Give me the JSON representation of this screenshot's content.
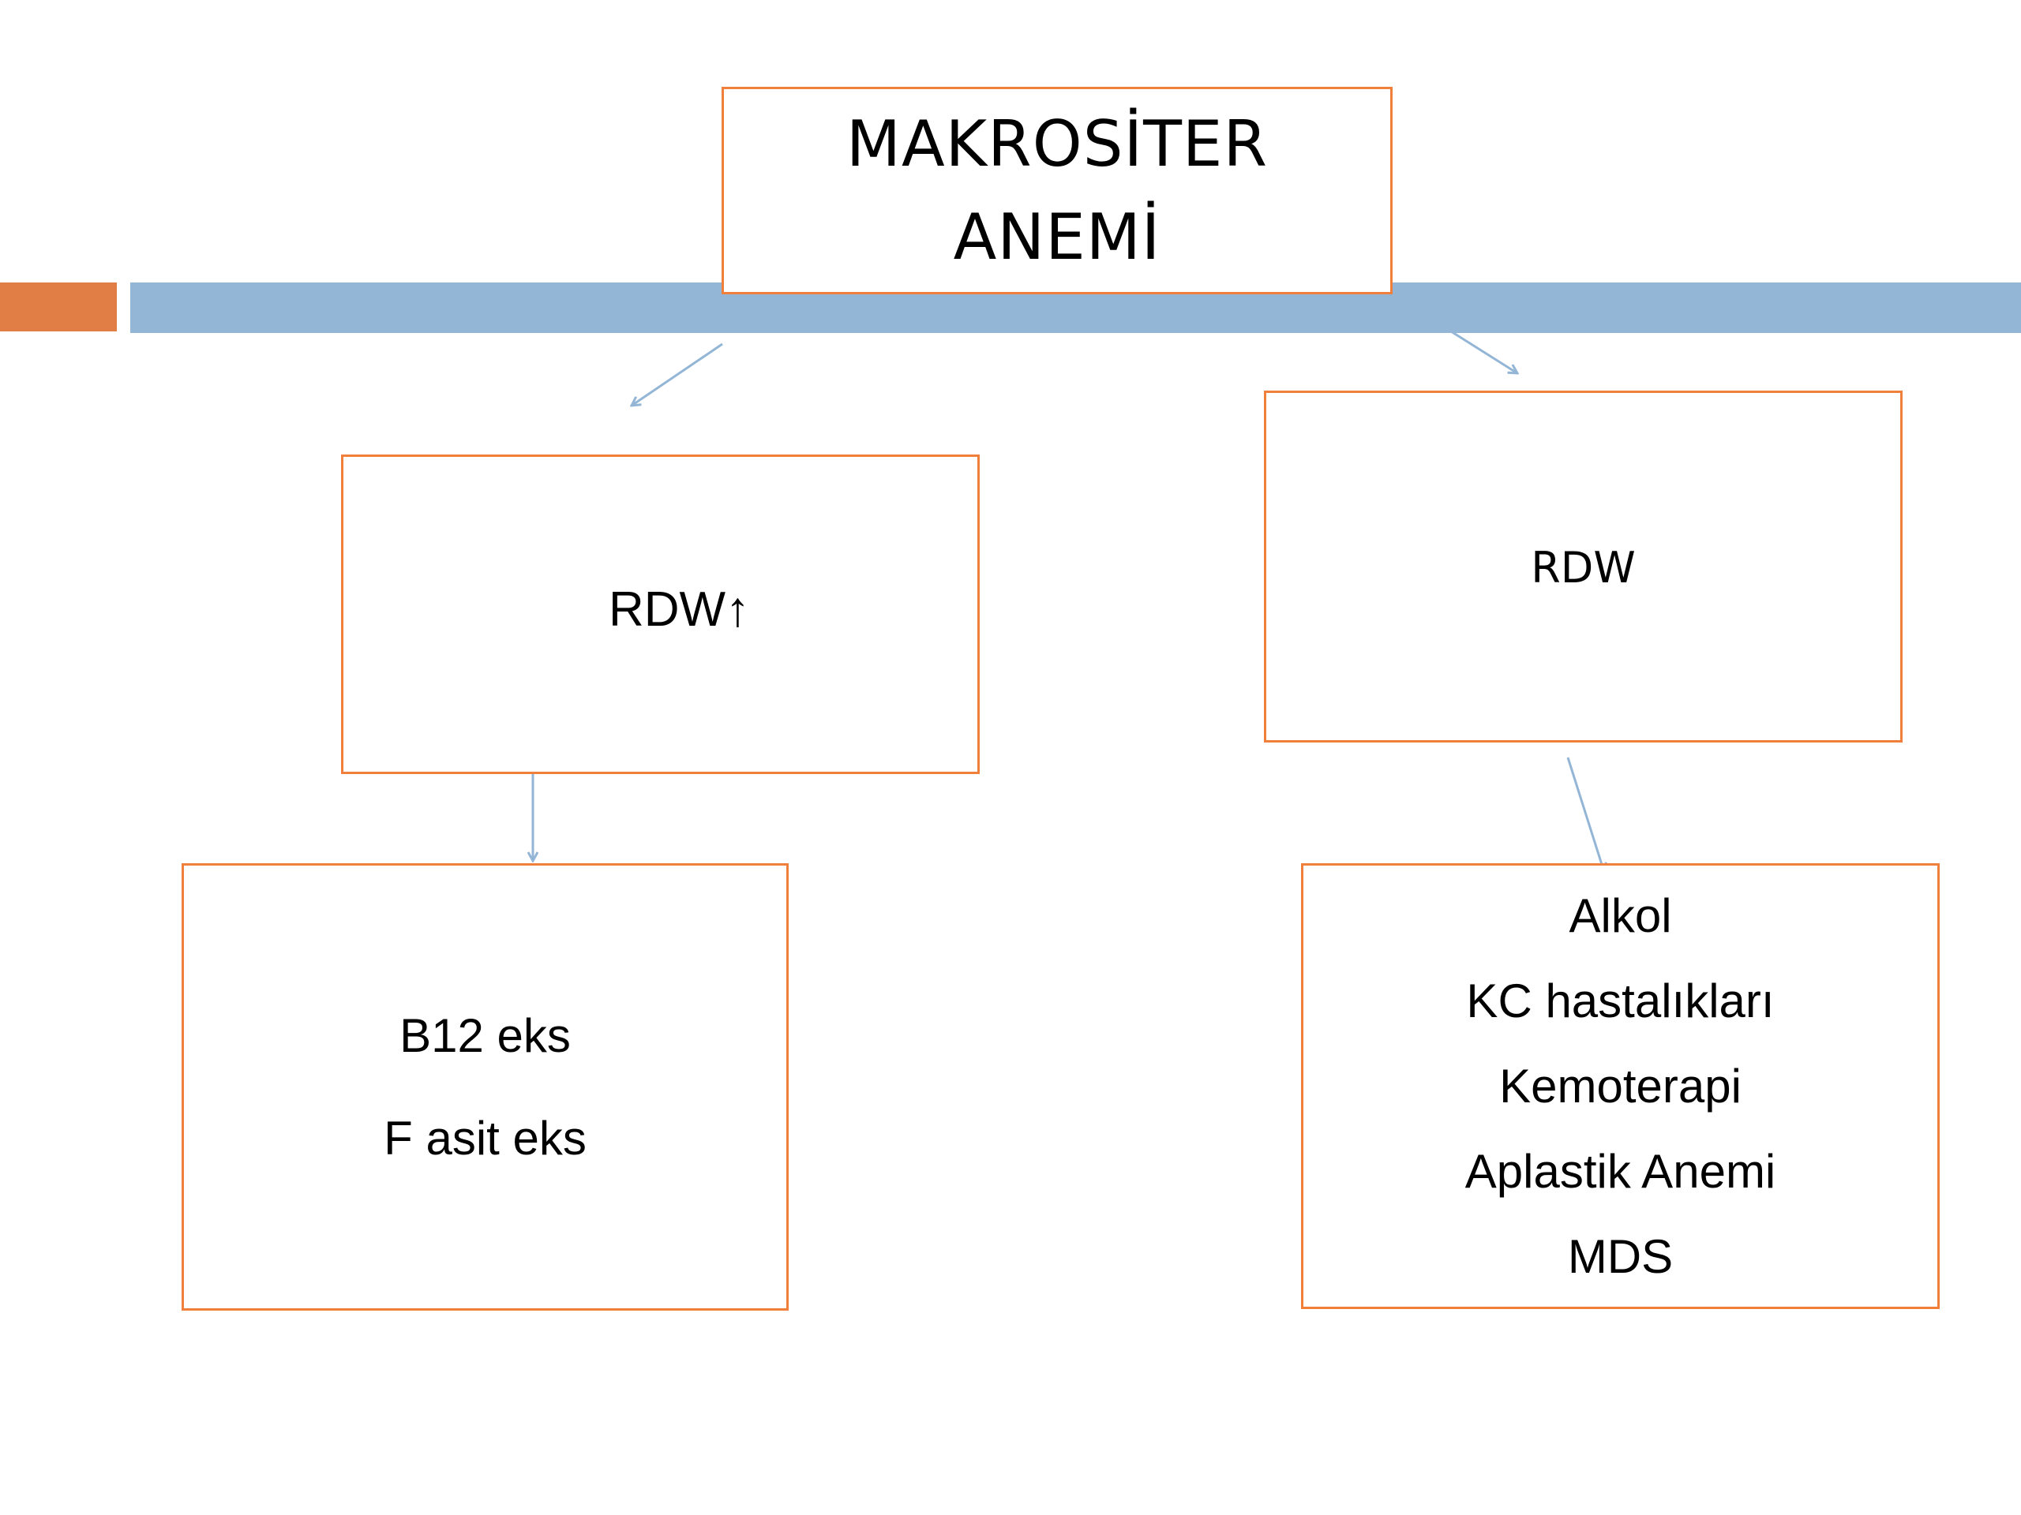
{
  "diagram": {
    "title_lines": [
      "MAKROSİTER",
      "ANEMİ"
    ],
    "left_branch": {
      "label": "RDW↑",
      "causes": [
        "B12 eks",
        "F asit eks"
      ]
    },
    "right_branch": {
      "label": "RDW",
      "causes": [
        "Alkol",
        "KC hastalıkları",
        "Kemoterapi",
        "Aplastik Anemi",
        "MDS"
      ]
    }
  },
  "colors": {
    "box_border": "#F07F3C",
    "arrow": "#94B6D6",
    "accent_orange": "#E07E45",
    "accent_blue": "#94B6D6"
  }
}
